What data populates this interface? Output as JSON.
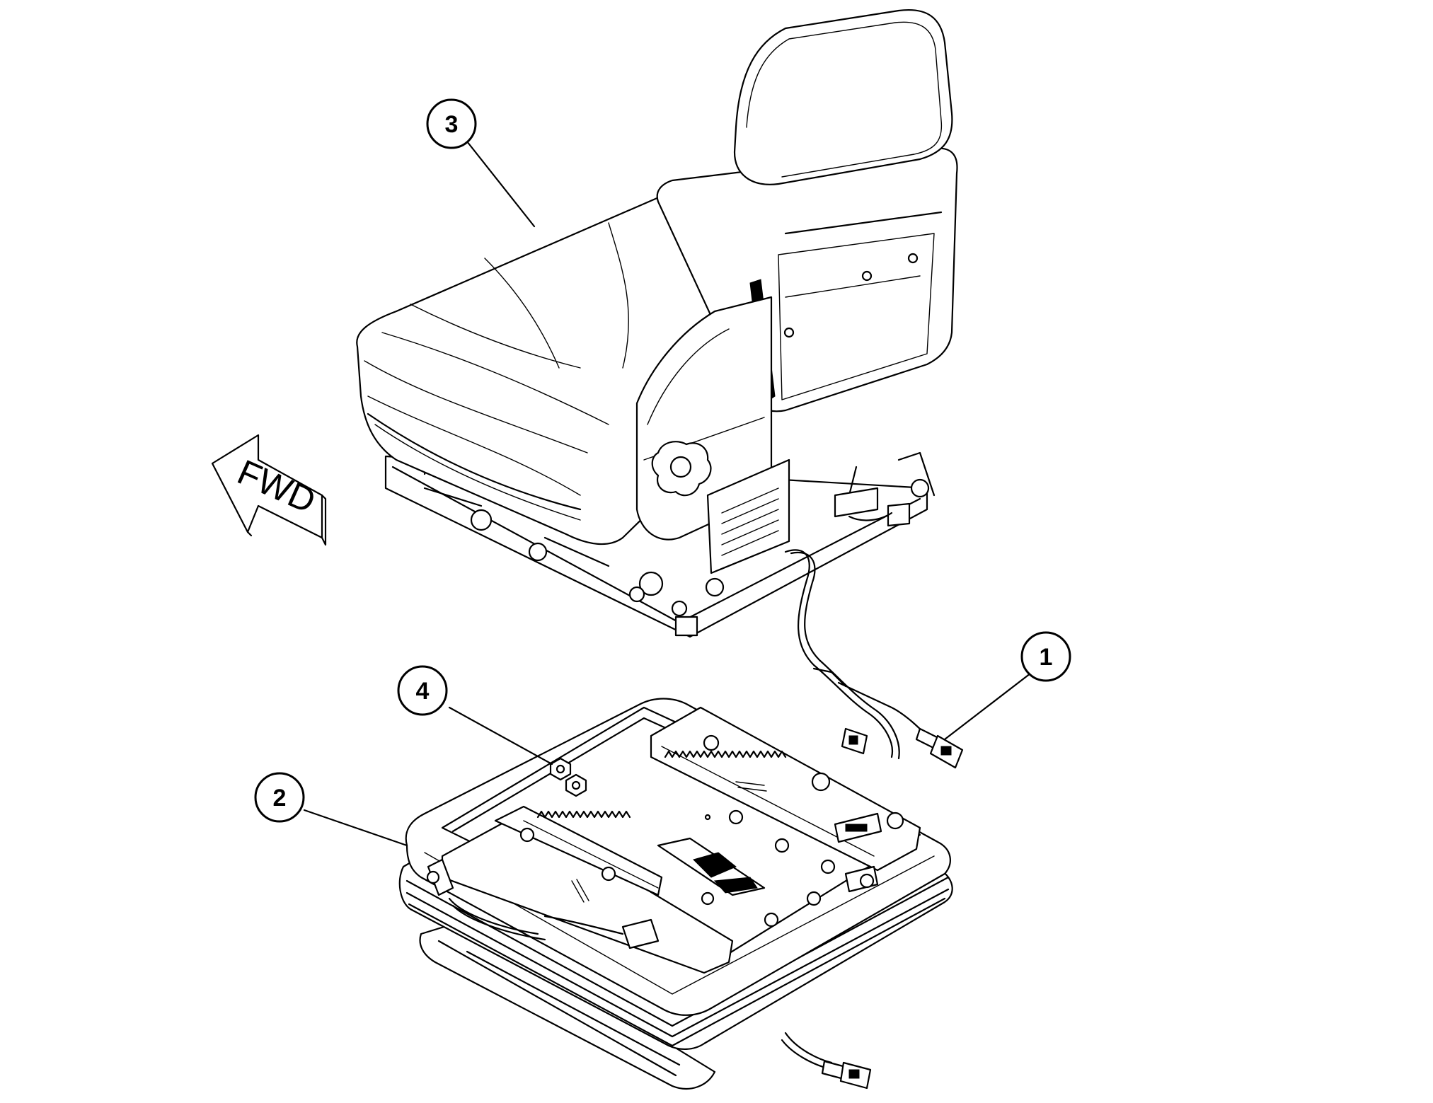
{
  "diagram": {
    "callouts": [
      {
        "id": "callout-1",
        "label": "1",
        "part": "seat-wiring-harness"
      },
      {
        "id": "callout-2",
        "label": "2",
        "part": "seat-suspension-base"
      },
      {
        "id": "callout-3",
        "label": "3",
        "part": "operator-seat"
      },
      {
        "id": "callout-4",
        "label": "4",
        "part": "mounting-nut"
      }
    ],
    "direction_arrow": {
      "label": "FWD"
    },
    "colors": {
      "line": "#000000",
      "background": "#ffffff"
    }
  }
}
